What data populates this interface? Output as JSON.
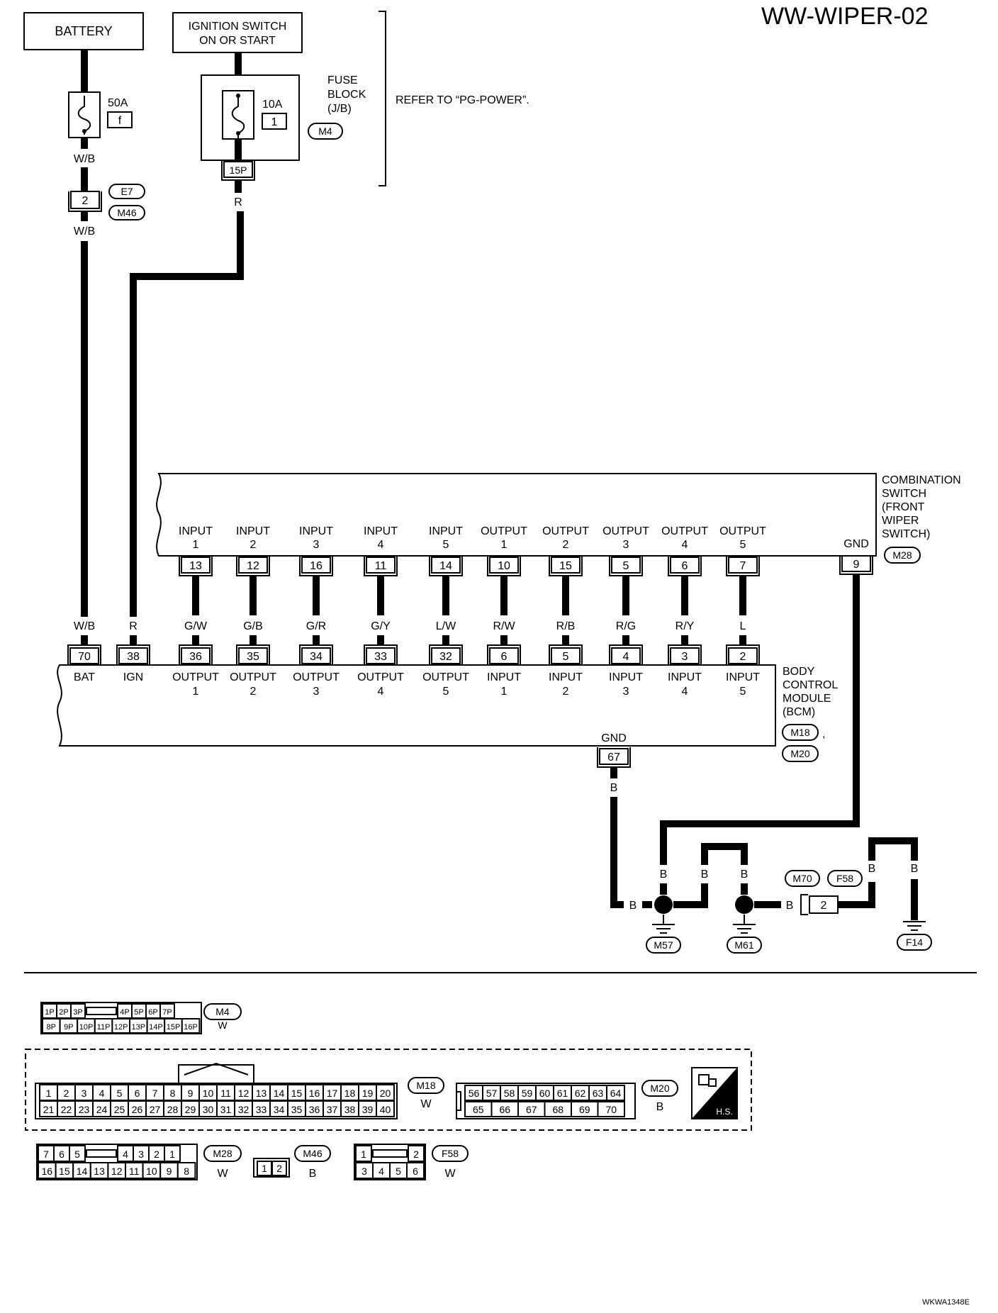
{
  "title": "WW-WIPER-02",
  "footer_code": "WKWA1348E",
  "power": {
    "battery": "BATTERY",
    "ignition_line1": "IGNITION SWITCH",
    "ignition_line2": "ON OR START",
    "fuse_batt_amp": "50A",
    "fuse_batt_no": "f",
    "fuse_ign_amp": "10A",
    "fuse_ign_no": "1",
    "fuse_block_l1": "FUSE",
    "fuse_block_l2": "BLOCK",
    "fuse_block_l3": "(J/B)",
    "fuse_block_conn": "M4",
    "refer": "REFER TO “PG-POWER”.",
    "wire_wb": "W/B",
    "wire_r": "R",
    "conn_15p": "15P",
    "conn_2": "2",
    "conn_e7": "E7",
    "conn_m46": "M46"
  },
  "combination_switch": {
    "name_lines": [
      "COMBINATION",
      "SWITCH",
      "(FRONT",
      "WIPER",
      "SWITCH)"
    ],
    "connector": "M28",
    "terminals": [
      {
        "l1": "INPUT",
        "l2": "1",
        "pin": "13",
        "wire": "G/W"
      },
      {
        "l1": "INPUT",
        "l2": "2",
        "pin": "12",
        "wire": "G/B"
      },
      {
        "l1": "INPUT",
        "l2": "3",
        "pin": "16",
        "wire": "G/R"
      },
      {
        "l1": "INPUT",
        "l2": "4",
        "pin": "11",
        "wire": "G/Y"
      },
      {
        "l1": "INPUT",
        "l2": "5",
        "pin": "14",
        "wire": "L/W"
      },
      {
        "l1": "OUTPUT",
        "l2": "1",
        "pin": "10",
        "wire": "R/W"
      },
      {
        "l1": "OUTPUT",
        "l2": "2",
        "pin": "15",
        "wire": "R/B"
      },
      {
        "l1": "OUTPUT",
        "l2": "3",
        "pin": "5",
        "wire": "R/G"
      },
      {
        "l1": "OUTPUT",
        "l2": "4",
        "pin": "6",
        "wire": "R/Y"
      },
      {
        "l1": "OUTPUT",
        "l2": "5",
        "pin": "7",
        "wire": "L"
      }
    ],
    "gnd_label": "GND",
    "gnd_pin": "9"
  },
  "bcm": {
    "name_lines": [
      "BODY",
      "CONTROL",
      "MODULE",
      "(BCM)"
    ],
    "connectors": [
      "M18",
      "M20"
    ],
    "bat_label": "BAT",
    "bat_pin": "70",
    "ign_label": "IGN",
    "ign_pin": "38",
    "terminals": [
      {
        "l1": "OUTPUT",
        "l2": "1",
        "pin": "36"
      },
      {
        "l1": "OUTPUT",
        "l2": "2",
        "pin": "35"
      },
      {
        "l1": "OUTPUT",
        "l2": "3",
        "pin": "34"
      },
      {
        "l1": "OUTPUT",
        "l2": "4",
        "pin": "33"
      },
      {
        "l1": "OUTPUT",
        "l2": "5",
        "pin": "32"
      },
      {
        "l1": "INPUT",
        "l2": "1",
        "pin": "6"
      },
      {
        "l1": "INPUT",
        "l2": "2",
        "pin": "5"
      },
      {
        "l1": "INPUT",
        "l2": "3",
        "pin": "4"
      },
      {
        "l1": "INPUT",
        "l2": "4",
        "pin": "3"
      },
      {
        "l1": "INPUT",
        "l2": "5",
        "pin": "2"
      }
    ],
    "gnd_label": "GND",
    "gnd_pin": "67"
  },
  "ground": {
    "wire": "B",
    "m57": "M57",
    "m61": "M61",
    "m70": "M70",
    "f58": "F58",
    "f14": "F14",
    "pin_2": "2"
  },
  "connector_views": {
    "m4": {
      "name": "M4",
      "color": "W",
      "top": [
        "1P",
        "2P",
        "3P",
        "4P",
        "5P",
        "6P",
        "7P"
      ],
      "bottom": [
        "8P",
        "9P",
        "10P",
        "11P",
        "12P",
        "13P",
        "14P",
        "15P",
        "16P"
      ]
    },
    "m18": {
      "name": "M18",
      "color": "W",
      "top": [
        "1",
        "2",
        "3",
        "4",
        "5",
        "6",
        "7",
        "8",
        "9",
        "10",
        "11",
        "12",
        "13",
        "14",
        "15",
        "16",
        "17",
        "18",
        "19",
        "20"
      ],
      "bottom": [
        "21",
        "22",
        "23",
        "24",
        "25",
        "26",
        "27",
        "28",
        "29",
        "30",
        "31",
        "32",
        "33",
        "34",
        "35",
        "36",
        "37",
        "38",
        "39",
        "40"
      ]
    },
    "m20": {
      "name": "M20",
      "color": "B",
      "top": [
        "56",
        "57",
        "58",
        "59",
        "60",
        "61",
        "62",
        "63",
        "64"
      ],
      "bottom": [
        "65",
        "66",
        "67",
        "68",
        "69",
        "70"
      ]
    },
    "hs": "H.S.",
    "m28": {
      "name": "M28",
      "color": "W",
      "top": [
        "7",
        "6",
        "5",
        "4",
        "3",
        "2",
        "1"
      ],
      "bottom": [
        "16",
        "15",
        "14",
        "13",
        "12",
        "11",
        "10",
        "9",
        "8"
      ]
    },
    "m46": {
      "name": "M46",
      "color": "B",
      "pins": [
        "1",
        "2"
      ]
    },
    "f58": {
      "name": "F58",
      "color": "W",
      "top": [
        "1",
        "2"
      ],
      "bottom": [
        "3",
        "4",
        "5",
        "6"
      ]
    }
  }
}
